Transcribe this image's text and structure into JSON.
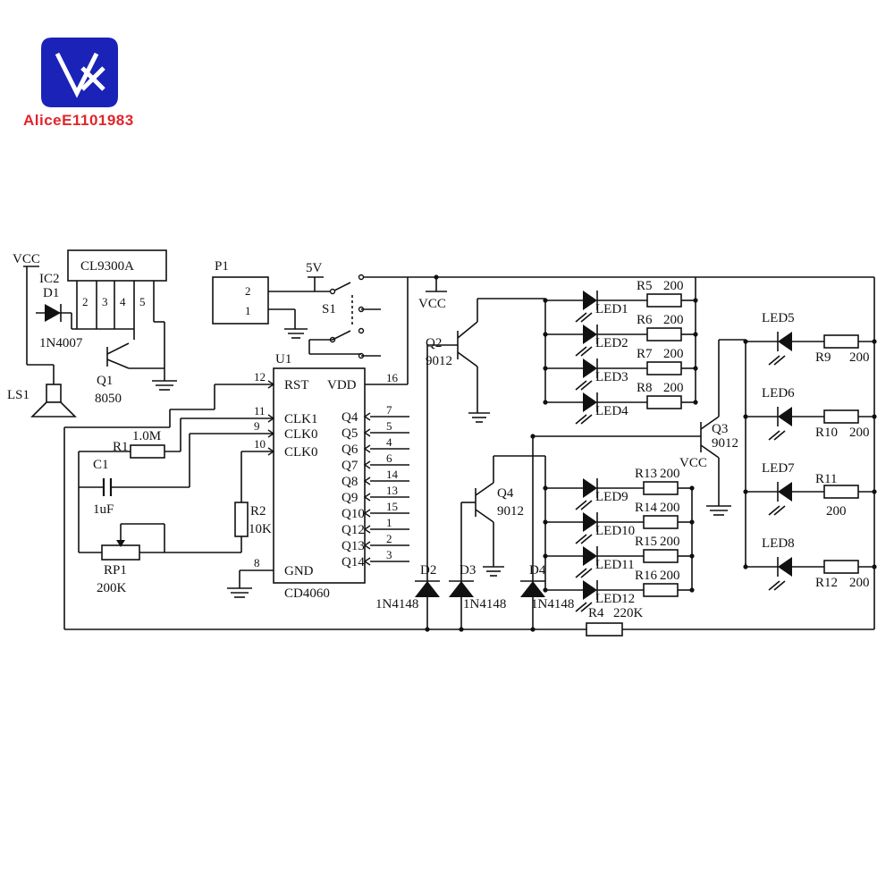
{
  "brand": {
    "text": "AliceE1101983",
    "color": "#e3242b",
    "logo_color": "#1a22b8"
  },
  "labels": {
    "vcc_left": "VCC",
    "ic2": "IC2",
    "cl9300a": "CL9300A",
    "d1": "D1",
    "d1_part": "1N4007",
    "ic2_pins": [
      "2",
      "3",
      "4",
      "5"
    ],
    "ls1": "LS1",
    "q1": "Q1",
    "q1_part": "8050",
    "p1": "P1",
    "p1_pins": [
      "2",
      "1"
    ],
    "v5": "5V",
    "s1": "S1",
    "vcc_mid": "VCC",
    "u1": "U1",
    "chip_name": "CD4060",
    "q2": "Q2",
    "q2_part": "9012",
    "q3": "Q3",
    "q3_part": "9012",
    "q4": "Q4",
    "q4_part": "9012",
    "vcc_q4": "VCC",
    "r1": "R1",
    "r1_val": "1.0M",
    "c1": "C1",
    "c1_val": "1uF",
    "rp1": "RP1",
    "rp1_val": "200K",
    "r2": "R2",
    "r2_val": "10K",
    "r4": "R4",
    "r4_val": "220K",
    "d2": "D2",
    "d3": "D3",
    "d4": "D4",
    "diode_part": "1N4148"
  },
  "chip_pins_left": [
    {
      "num": "12",
      "name": "RST"
    },
    {
      "num": "11",
      "name": "CLK1"
    },
    {
      "num": "9",
      "name": "CLK0"
    },
    {
      "num": "10",
      "name": "CLK0"
    },
    {
      "num": "8",
      "name": "GND"
    }
  ],
  "chip_pins_right": [
    {
      "num": "16",
      "name": "VDD"
    },
    {
      "num": "7",
      "name": "Q4"
    },
    {
      "num": "5",
      "name": "Q5"
    },
    {
      "num": "4",
      "name": "Q6"
    },
    {
      "num": "6",
      "name": "Q7"
    },
    {
      "num": "14",
      "name": "Q8"
    },
    {
      "num": "13",
      "name": "Q9"
    },
    {
      "num": "15",
      "name": "Q10"
    },
    {
      "num": "1",
      "name": "Q12"
    },
    {
      "num": "2",
      "name": "Q13"
    },
    {
      "num": "3",
      "name": "Q14"
    }
  ],
  "led_group_top": [
    {
      "led": "LED1",
      "res": "R5",
      "val": "200"
    },
    {
      "led": "LED2",
      "res": "R6",
      "val": "200"
    },
    {
      "led": "LED3",
      "res": "R7",
      "val": "200"
    },
    {
      "led": "LED4",
      "res": "R8",
      "val": "200"
    }
  ],
  "led_group_bottom": [
    {
      "led": "LED9",
      "res": "R13",
      "val": "200"
    },
    {
      "led": "LED10",
      "res": "R14",
      "val": "200"
    },
    {
      "led": "LED11",
      "res": "R15",
      "val": "200"
    },
    {
      "led": "LED12",
      "res": "R16",
      "val": "200"
    }
  ],
  "led_group_right": [
    {
      "led": "LED5",
      "res": "R9",
      "val": "200"
    },
    {
      "led": "LED6",
      "res": "R10",
      "val": "200"
    },
    {
      "led": "LED7",
      "res": "R11",
      "val": "200"
    },
    {
      "led": "LED8",
      "res": "R12",
      "val": "200"
    }
  ]
}
